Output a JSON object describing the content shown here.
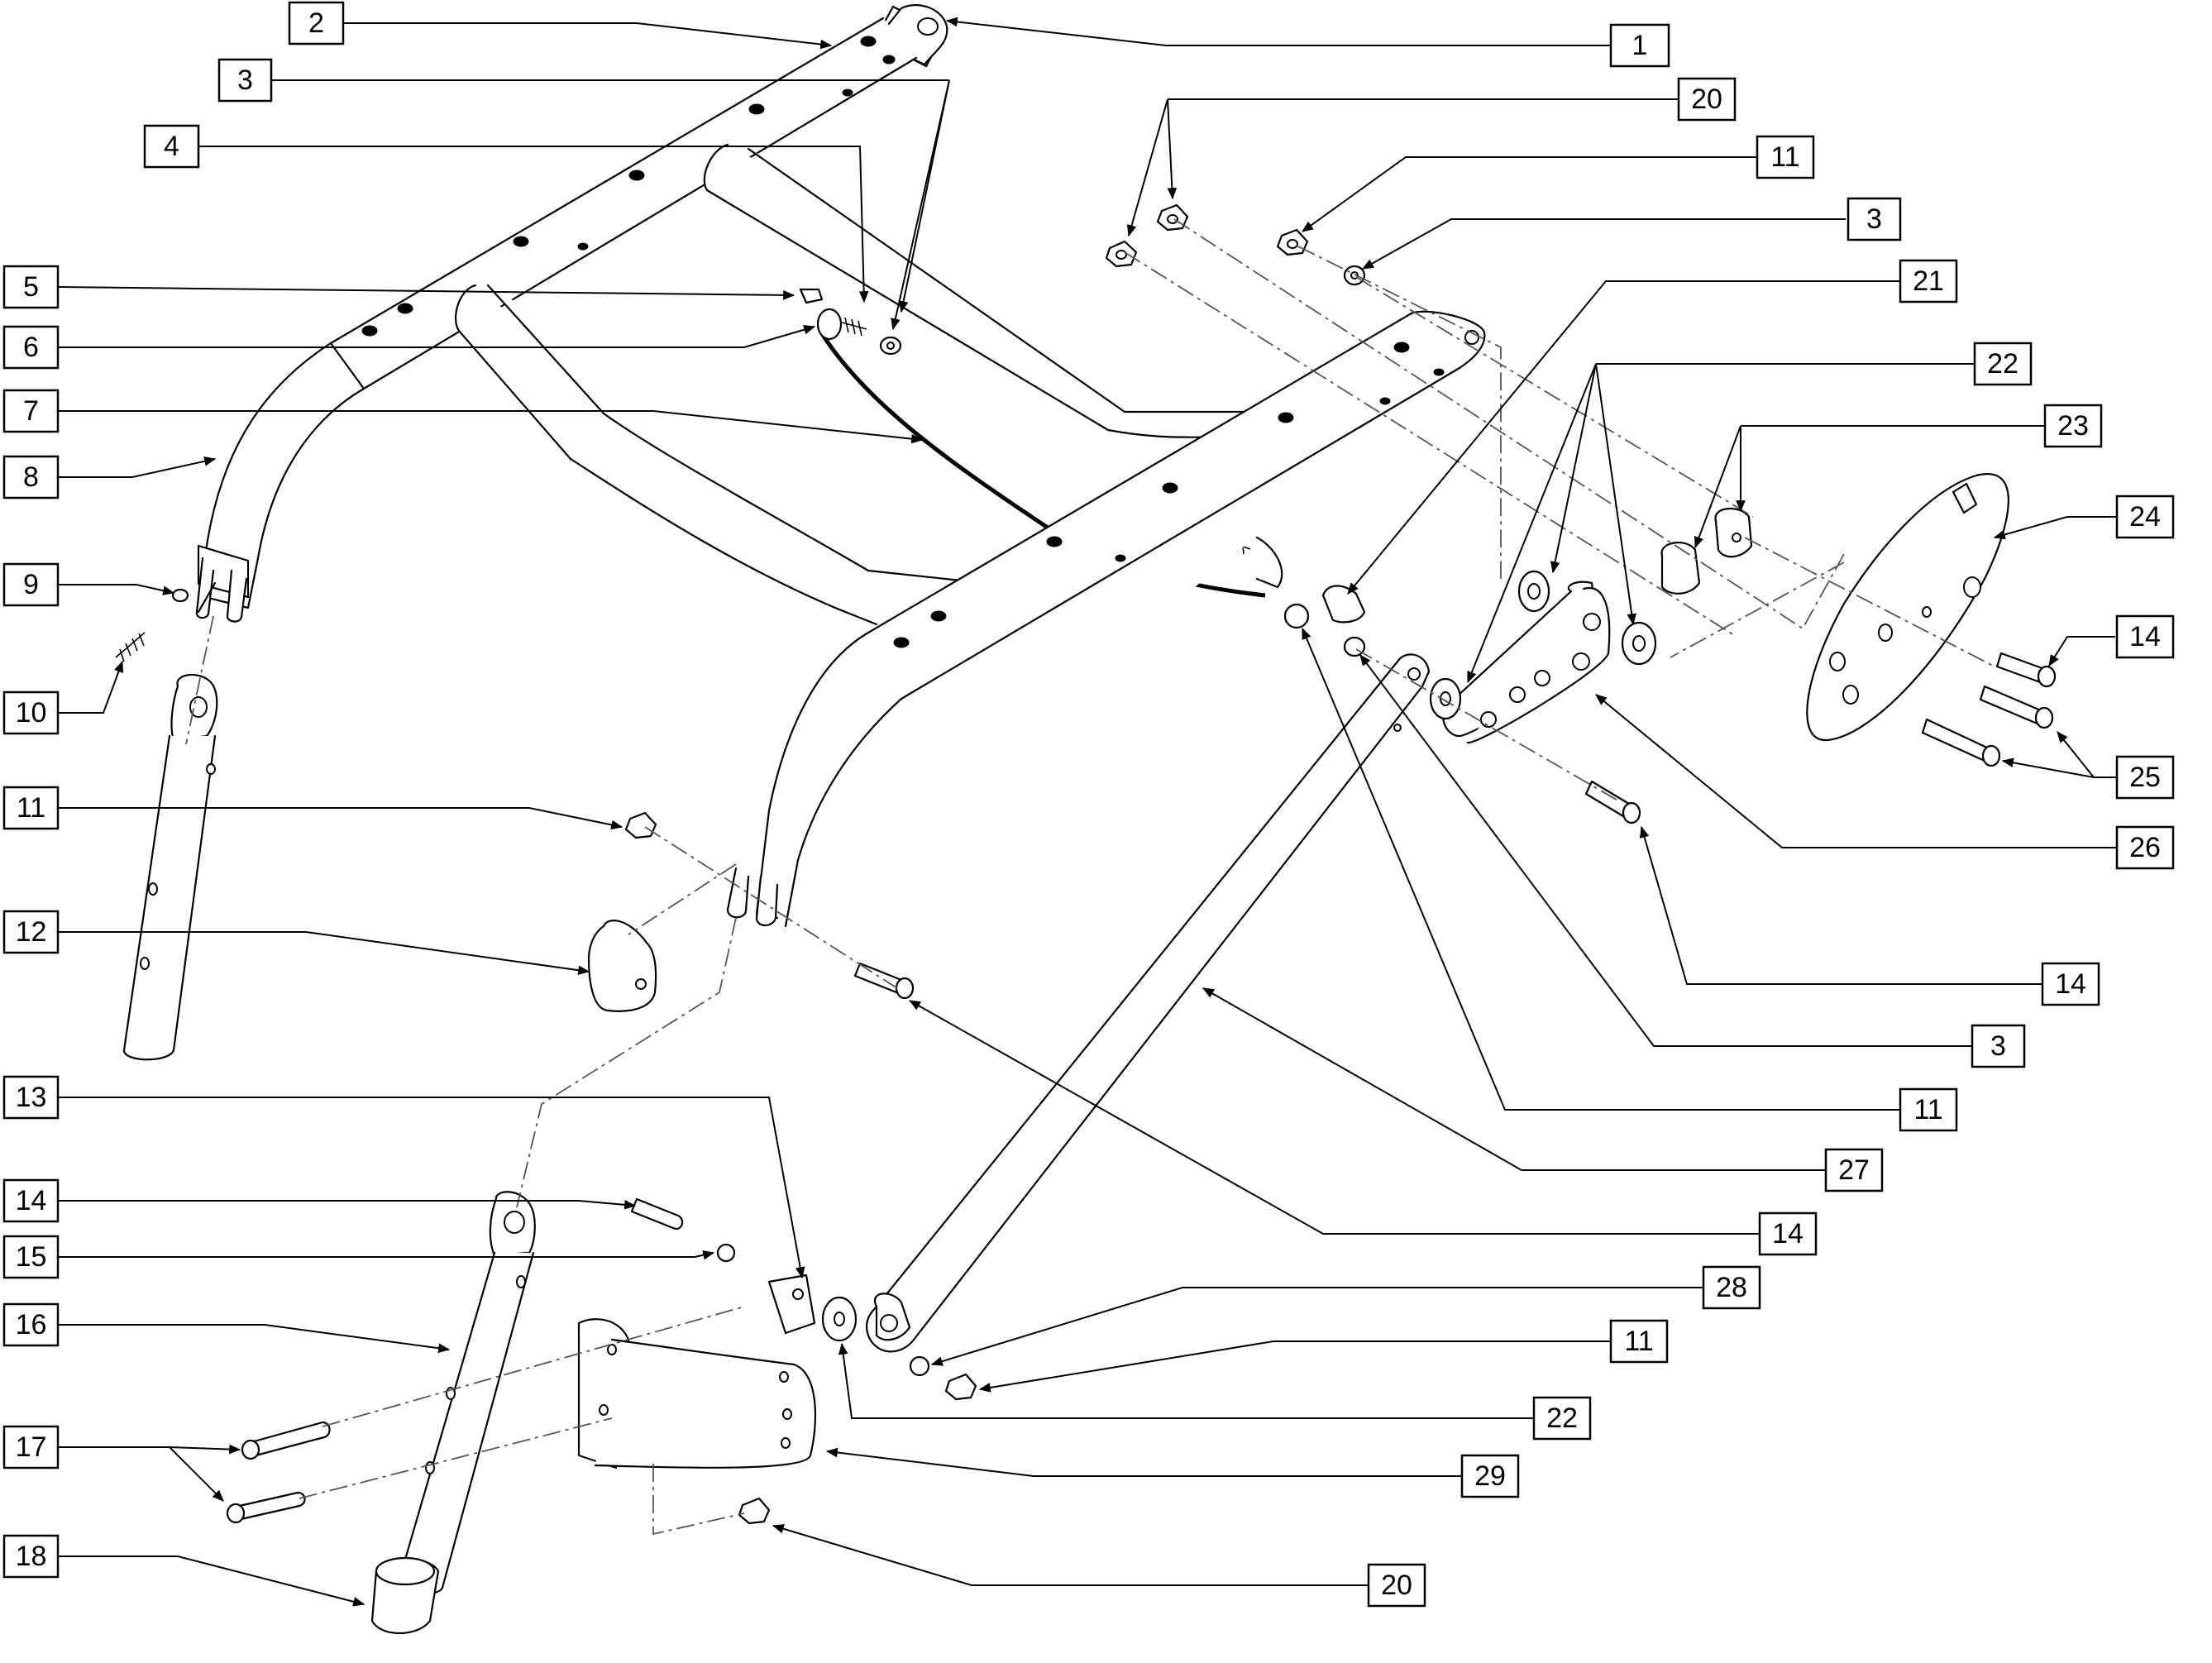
{
  "diagram": {
    "type": "exploded-parts-view",
    "callouts": [
      {
        "id": "c1",
        "label": "1"
      },
      {
        "id": "c2",
        "label": "2"
      },
      {
        "id": "c3a",
        "label": "3"
      },
      {
        "id": "c3b",
        "label": "3"
      },
      {
        "id": "c3c",
        "label": "3"
      },
      {
        "id": "c4",
        "label": "4"
      },
      {
        "id": "c5",
        "label": "5"
      },
      {
        "id": "c6",
        "label": "6"
      },
      {
        "id": "c7",
        "label": "7"
      },
      {
        "id": "c8",
        "label": "8"
      },
      {
        "id": "c9",
        "label": "9"
      },
      {
        "id": "c10",
        "label": "10"
      },
      {
        "id": "c11a",
        "label": "11"
      },
      {
        "id": "c11b",
        "label": "11"
      },
      {
        "id": "c11c",
        "label": "11"
      },
      {
        "id": "c11d",
        "label": "11"
      },
      {
        "id": "c12",
        "label": "12"
      },
      {
        "id": "c13",
        "label": "13"
      },
      {
        "id": "c14a",
        "label": "14"
      },
      {
        "id": "c14b",
        "label": "14"
      },
      {
        "id": "c14c",
        "label": "14"
      },
      {
        "id": "c14d",
        "label": "14"
      },
      {
        "id": "c15",
        "label": "15"
      },
      {
        "id": "c16",
        "label": "16"
      },
      {
        "id": "c17",
        "label": "17"
      },
      {
        "id": "c18",
        "label": "18"
      },
      {
        "id": "c20a",
        "label": "20"
      },
      {
        "id": "c20b",
        "label": "20"
      },
      {
        "id": "c21",
        "label": "21"
      },
      {
        "id": "c22a",
        "label": "22"
      },
      {
        "id": "c22b",
        "label": "22"
      },
      {
        "id": "c23",
        "label": "23"
      },
      {
        "id": "c24",
        "label": "24"
      },
      {
        "id": "c25",
        "label": "25"
      },
      {
        "id": "c26",
        "label": "26"
      },
      {
        "id": "c27",
        "label": "27"
      },
      {
        "id": "c28",
        "label": "28"
      },
      {
        "id": "c29",
        "label": "29"
      }
    ],
    "colors": {
      "line": "#000000",
      "hidden_line": "#555555",
      "background": "#ffffff"
    }
  }
}
